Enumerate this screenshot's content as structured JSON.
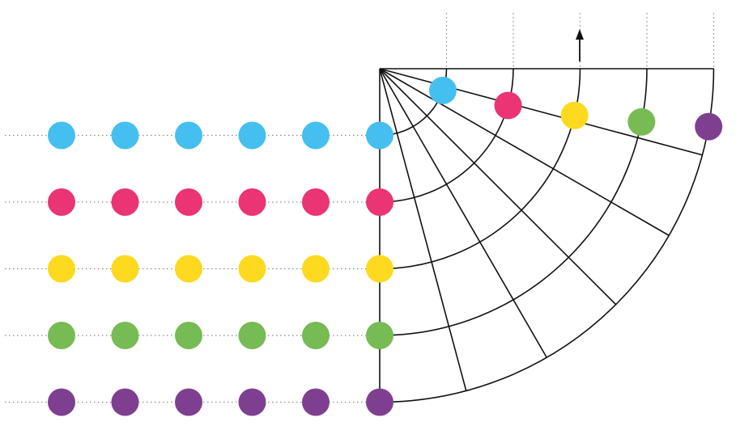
{
  "diagram": {
    "rows": [
      {
        "name": "blue",
        "color": "#45BFEF"
      },
      {
        "name": "pink",
        "color": "#EA3473"
      },
      {
        "name": "yellow",
        "color": "#FDD91F"
      },
      {
        "name": "green",
        "color": "#76BB53"
      },
      {
        "name": "purple",
        "color": "#7F3F91"
      }
    ],
    "dots_per_row": 6,
    "ring_count": 5,
    "spoke_angles_deg": [
      0,
      15,
      30,
      45,
      60,
      75,
      90
    ],
    "arrow": "up-arrow"
  }
}
